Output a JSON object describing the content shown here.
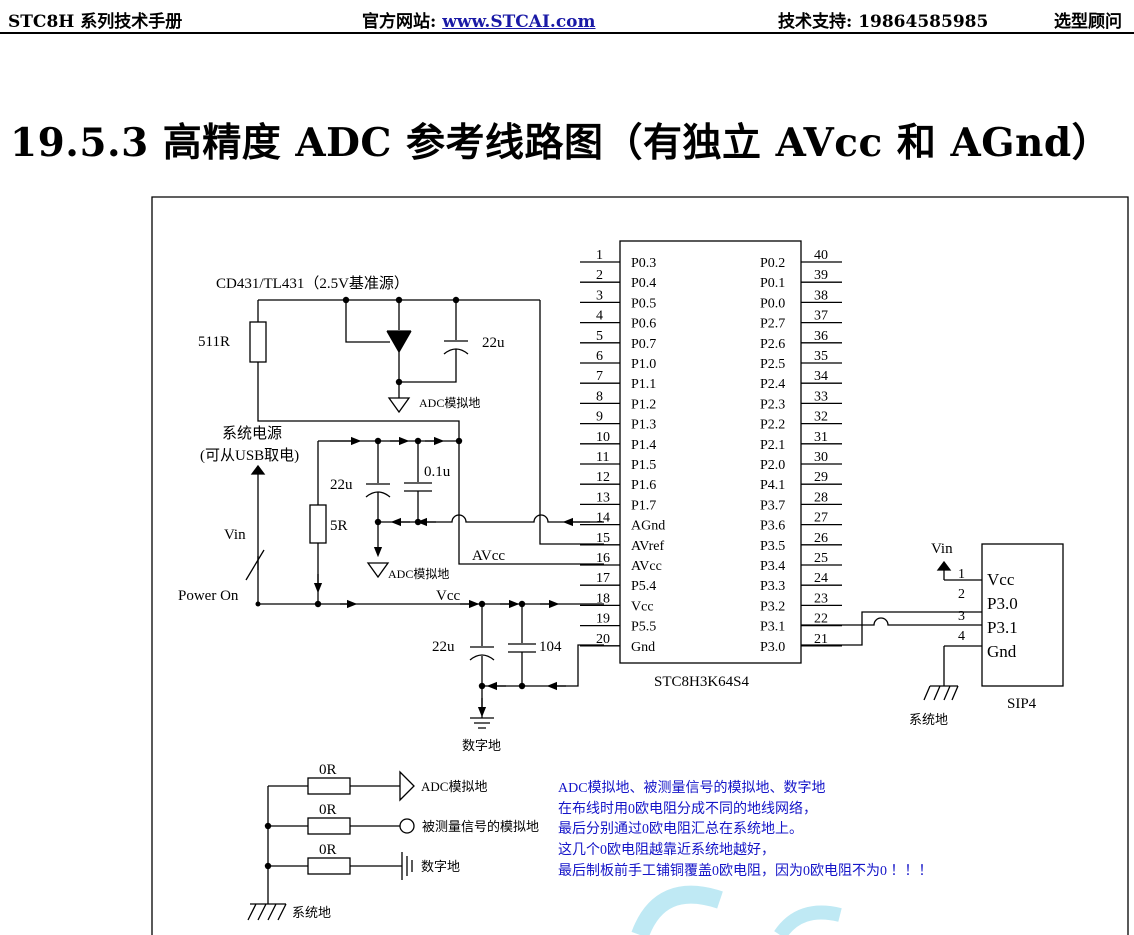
{
  "header": {
    "left": "STC8H 系列技术手册",
    "site_label": "官方网站: ",
    "site_link": "www.STCAI.com",
    "support": "技术支持: 19864585985",
    "right": "选型顾问"
  },
  "title": "19.5.3  高精度 ADC 参考线路图（有独立 AVcc 和 AGnd）",
  "chip": {
    "name": "STC8H3K64S4",
    "left_pins": [
      {
        "num": "1",
        "name": "P0.3"
      },
      {
        "num": "2",
        "name": "P0.4"
      },
      {
        "num": "3",
        "name": "P0.5"
      },
      {
        "num": "4",
        "name": "P0.6"
      },
      {
        "num": "5",
        "name": "P0.7"
      },
      {
        "num": "6",
        "name": "P1.0"
      },
      {
        "num": "7",
        "name": "P1.1"
      },
      {
        "num": "8",
        "name": "P1.2"
      },
      {
        "num": "9",
        "name": "P1.3"
      },
      {
        "num": "10",
        "name": "P1.4"
      },
      {
        "num": "11",
        "name": "P1.5"
      },
      {
        "num": "12",
        "name": "P1.6"
      },
      {
        "num": "13",
        "name": "P1.7"
      },
      {
        "num": "14",
        "name": "AGnd"
      },
      {
        "num": "15",
        "name": "AVref"
      },
      {
        "num": "16",
        "name": "AVcc"
      },
      {
        "num": "17",
        "name": "P5.4"
      },
      {
        "num": "18",
        "name": "Vcc"
      },
      {
        "num": "19",
        "name": "P5.5"
      },
      {
        "num": "20",
        "name": "Gnd"
      }
    ],
    "right_pins": [
      {
        "num": "40",
        "name": "P0.2"
      },
      {
        "num": "39",
        "name": "P0.1"
      },
      {
        "num": "38",
        "name": "P0.0"
      },
      {
        "num": "37",
        "name": "P2.7"
      },
      {
        "num": "36",
        "name": "P2.6"
      },
      {
        "num": "35",
        "name": "P2.5"
      },
      {
        "num": "34",
        "name": "P2.4"
      },
      {
        "num": "33",
        "name": "P2.3"
      },
      {
        "num": "32",
        "name": "P2.2"
      },
      {
        "num": "31",
        "name": "P2.1"
      },
      {
        "num": "30",
        "name": "P2.0"
      },
      {
        "num": "29",
        "name": "P4.1"
      },
      {
        "num": "28",
        "name": "P3.7"
      },
      {
        "num": "27",
        "name": "P3.6"
      },
      {
        "num": "26",
        "name": "P3.5"
      },
      {
        "num": "25",
        "name": "P3.4"
      },
      {
        "num": "24",
        "name": "P3.3"
      },
      {
        "num": "23",
        "name": "P3.2"
      },
      {
        "num": "22",
        "name": "P3.1"
      },
      {
        "num": "21",
        "name": "P3.0"
      }
    ]
  },
  "sip": {
    "name": "SIP4",
    "pins": [
      {
        "num": "1",
        "name": "Vcc"
      },
      {
        "num": "2",
        "name": "P3.0"
      },
      {
        "num": "3",
        "name": "P3.1"
      },
      {
        "num": "4",
        "name": "Gnd"
      }
    ]
  },
  "labels": {
    "ref_source": "CD431/TL431（2.5V基准源）",
    "r511": "511R",
    "cap22u_top": "22u",
    "adc_gnd": "ADC模拟地",
    "sys_power": "系统电源",
    "usb_power": "(可从USB取电)",
    "cap22u_mid": "22u",
    "cap01u": "0.1u",
    "r5": "5R",
    "vin_left": "Vin",
    "power_on": "Power On",
    "avcc_net": "AVcc",
    "vcc_net": "Vcc",
    "cap22u_bot": "22u",
    "cap104": "104",
    "digital_gnd": "数字地",
    "vin_right": "Vin",
    "sys_gnd_right": "系统地",
    "r0_1": "0R",
    "r0_2": "0R",
    "r0_3": "0R",
    "adc_gnd_2": "ADC模拟地",
    "measured_gnd": "被测量信号的模拟地",
    "digital_gnd_2": "数字地",
    "sys_gnd_bottom": "系统地"
  },
  "notes": [
    "ADC模拟地、被测量信号的模拟地、数字地",
    "在布线时用0欧电阻分成不同的地线网络，",
    "最后分别通过0欧电阻汇总在系统地上。",
    "这几个0欧电阻越靠近系统地越好，",
    "最后制板前手工铺铜覆盖0欧电阻，因为0欧电阻不为0 ！！！"
  ],
  "colors": {
    "note_text": "#1515c8",
    "link": "#1a1aa6"
  }
}
